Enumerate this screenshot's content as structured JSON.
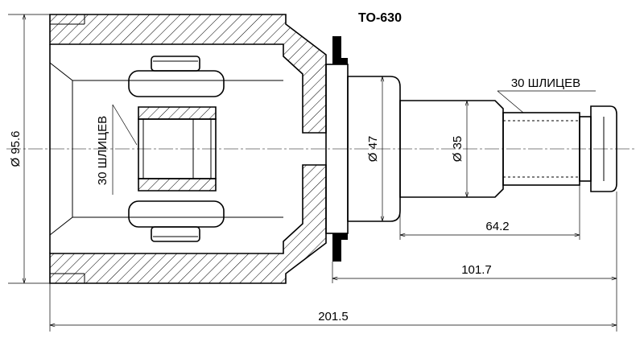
{
  "title": "TO-630",
  "dimensions": {
    "outer_diameter": "Ø 95.6",
    "neck_diameter": "Ø 47",
    "shaft_diameter": "Ø 35",
    "spline_length": "64.2",
    "shaft_length": "101.7",
    "total_length": "201.5"
  },
  "splines": {
    "inner": "30 ШЛИЦЕВ",
    "outer": "30 ШЛИЦЕВ"
  }
}
